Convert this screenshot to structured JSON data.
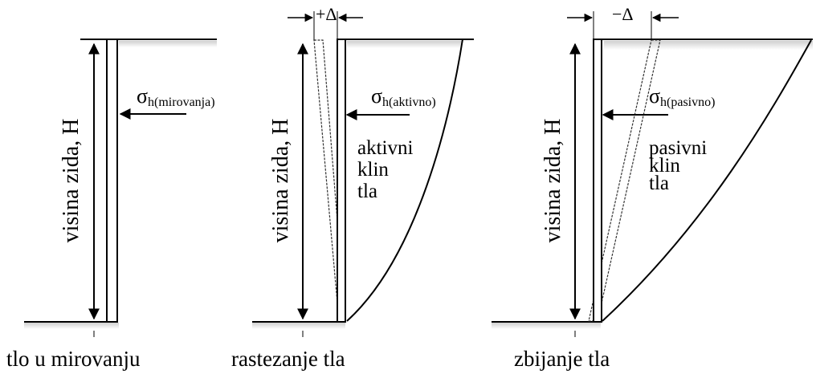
{
  "colors": {
    "ink": "#000000",
    "shade": "#d9d9d9",
    "paper": "#ffffff"
  },
  "panels": [
    {
      "id": "rest",
      "height_label": "visina zida, H",
      "sigma_symbol": "σ",
      "sigma_sub": "h(mirovanja)",
      "caption": "tlo u mirovanju"
    },
    {
      "id": "active",
      "height_label": "visina zida, H",
      "sigma_symbol": "σ",
      "sigma_sub": "h(aktivno)",
      "wedge_lines": [
        "aktivni",
        "klin",
        "tla"
      ],
      "delta": "+Δ",
      "caption": "rastezanje tla"
    },
    {
      "id": "passive",
      "height_label": "visina zida, H",
      "sigma_symbol": "σ",
      "sigma_sub": "h(pasivno)",
      "wedge_lines": [
        "pasivni",
        "klin",
        "tla"
      ],
      "delta": "−Δ",
      "caption": "zbijanje tla"
    }
  ]
}
